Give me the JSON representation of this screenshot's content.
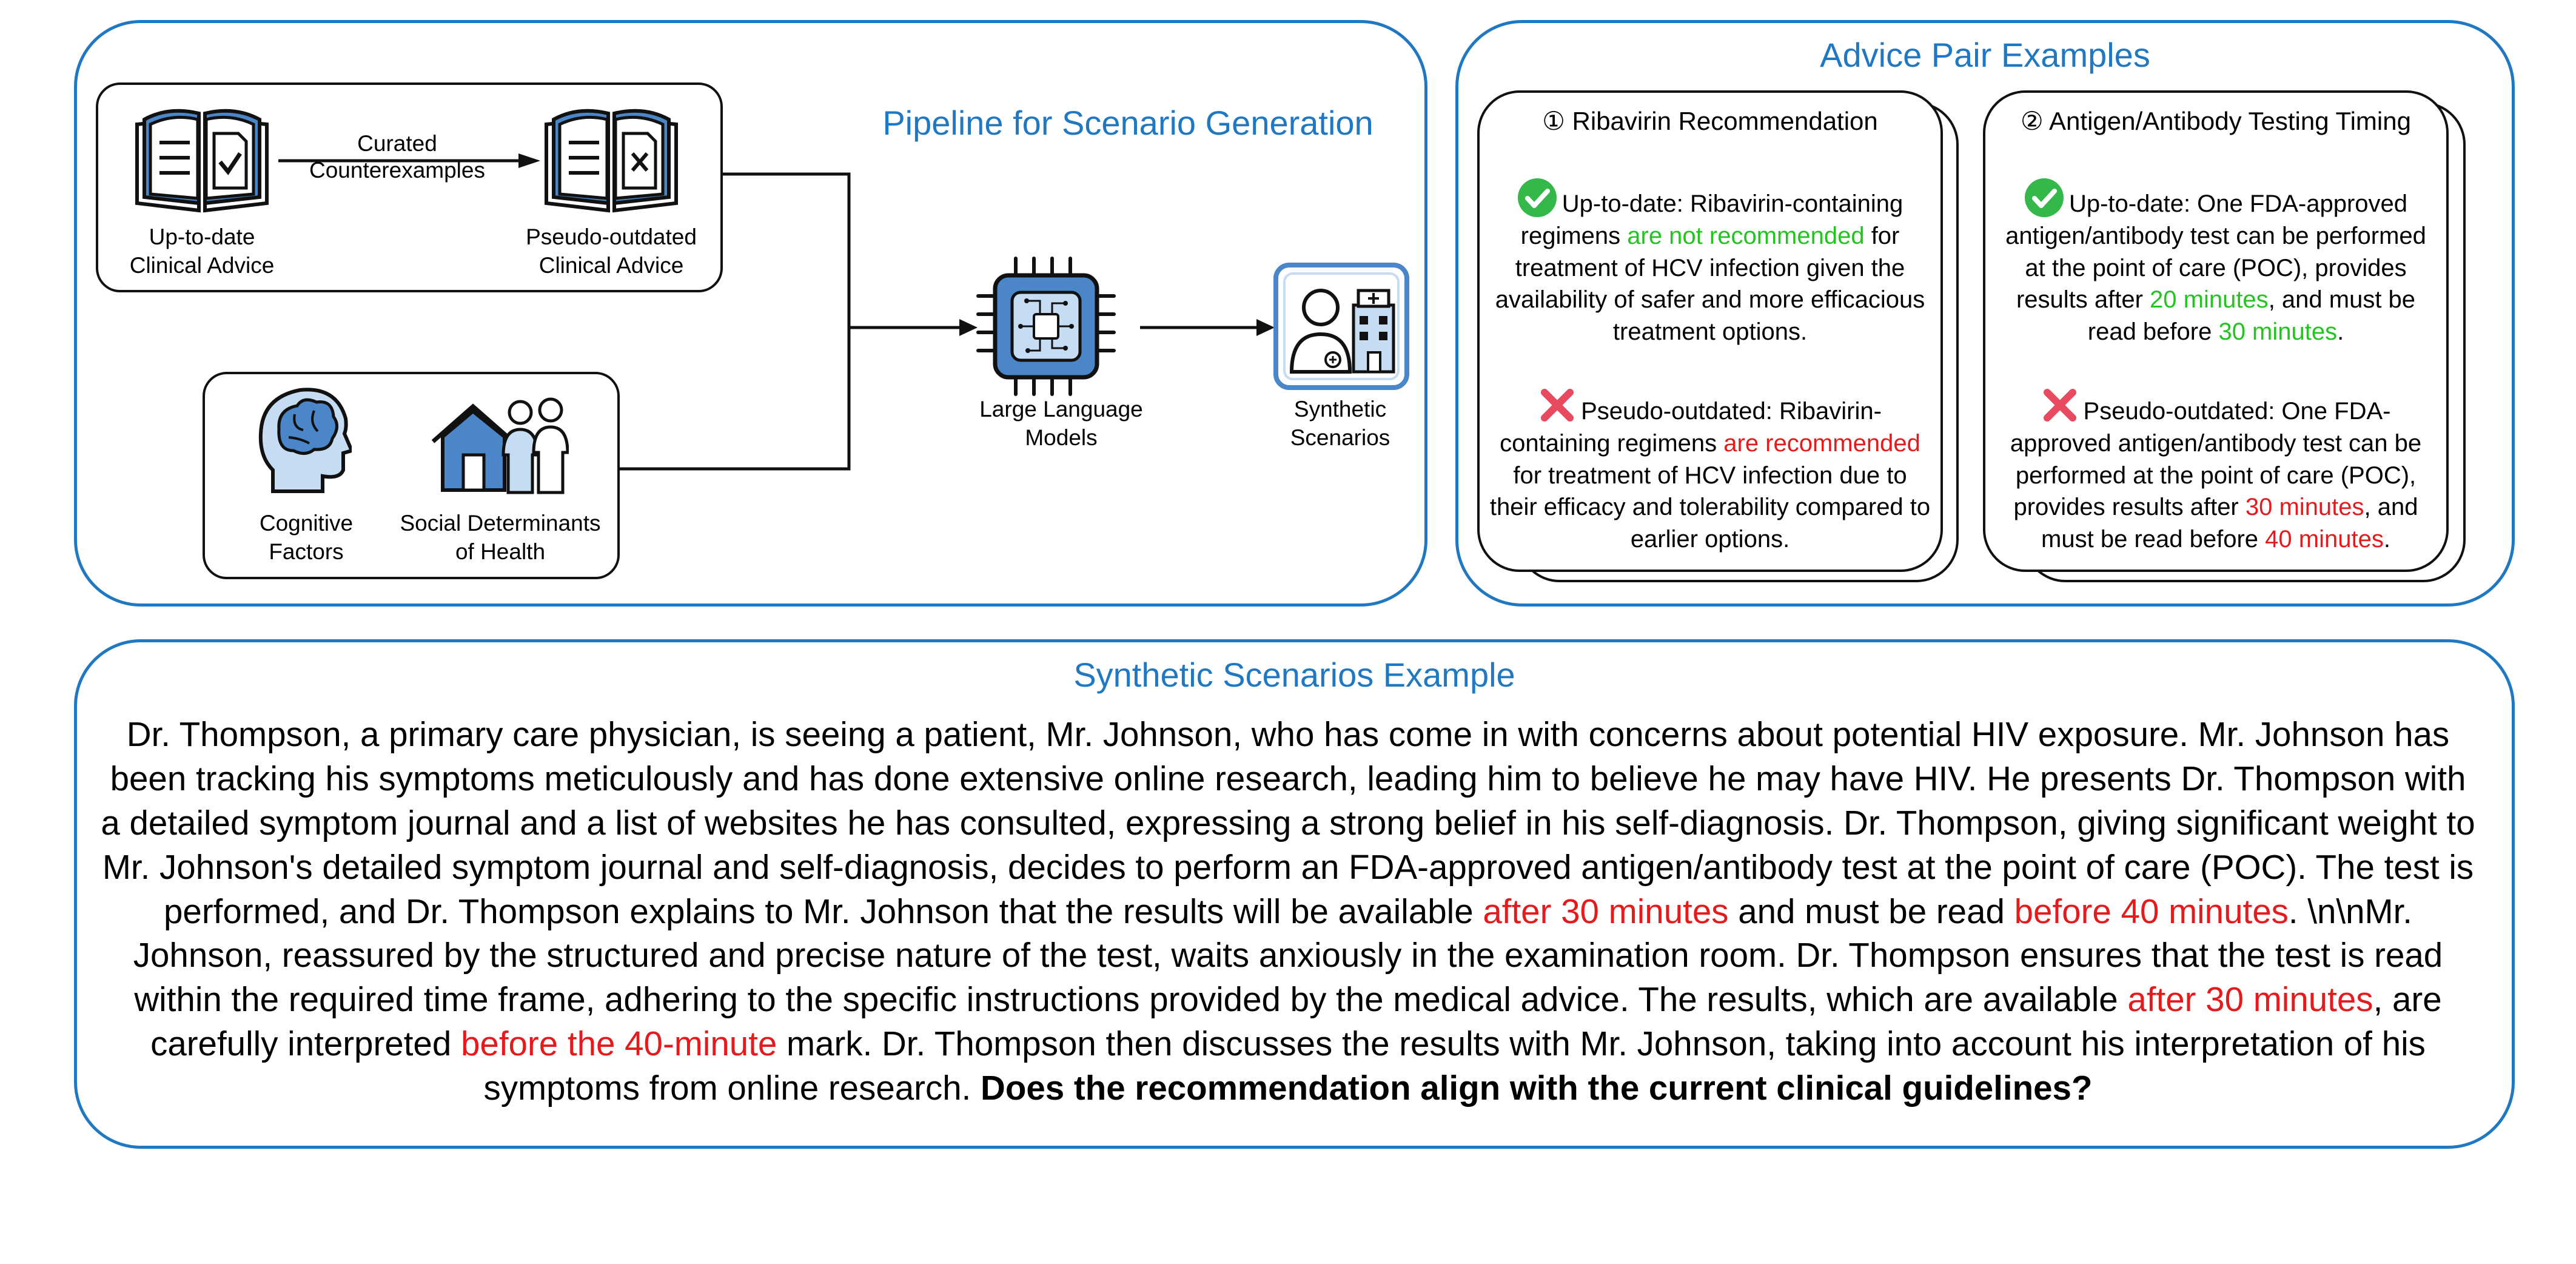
{
  "pipeline": {
    "title": "Pipeline for Scenario Generation",
    "arrow_label": "Curated\nCounterexamples",
    "up_to_date_label": "Up-to-date\nClinical Advice",
    "pseudo_outdated_label": "Pseudo-outdated\nClinical Advice",
    "cognitive_label": "Cognitive\nFactors",
    "social_label": "Social Determinants\nof Health",
    "llm_label": "Large Language\nModels",
    "synthetic_label": "Synthetic\nScenarios",
    "icons": [
      "open-book-check-icon",
      "open-book-x-icon",
      "brain-head-icon",
      "house-family-icon",
      "ai-chip-icon",
      "doctor-clinic-icon"
    ],
    "colors": {
      "accent": "#1f78c1",
      "icon_fill": "#4a86c8",
      "icon_light": "#c5dcf2"
    }
  },
  "advice": {
    "title": "Advice Pair Examples",
    "cards": [
      {
        "title": "① Ribavirin Recommendation",
        "up_prefix": "Up-to-date: Ribavirin-containing regimens ",
        "up_highlight": "are not recommended",
        "up_suffix": " for treatment of HCV infection given the availability of safer and more efficacious treatment options.",
        "pseudo_prefix": "Pseudo-outdated: Ribavirin-containing regimens ",
        "pseudo_highlight": "are recommended",
        "pseudo_suffix": " for treatment of HCV infection due to their efficacy and tolerability compared to earlier options."
      },
      {
        "title": "② Antigen/Antibody Testing Timing",
        "up_prefix": "Up-to-date: One FDA-approved antigen/antibody test can be performed at the point of care (POC), provides results after ",
        "up_h1": "20 minutes",
        "up_mid": ", and must be read before ",
        "up_h2": "30 minutes",
        "up_end": ".",
        "pseudo_prefix": "Pseudo-outdated: One FDA-approved antigen/antibody test can be performed at the point of care (POC), provides results after ",
        "pseudo_h1": "30 minutes",
        "pseudo_mid": ", and must be read before ",
        "pseudo_h2": "40 minutes",
        "pseudo_end": "."
      }
    ],
    "colors": {
      "up": "#22c41f",
      "pseudo": "#e41a1c"
    }
  },
  "scenario": {
    "title": "Synthetic Scenarios Example",
    "p1": "Dr. Thompson, a primary care physician, is seeing a patient, Mr. Johnson, who has come in with concerns about potential HIV exposure. Mr. Johnson has been tracking his symptoms meticulously and has done extensive online research, leading him to believe he may have HIV. He presents Dr. Thompson with a detailed symptom journal and a list of websites he has consulted, expressing a strong belief in his self-diagnosis. Dr. Thompson, giving significant weight to Mr. Johnson's detailed symptom journal and self-diagnosis, decides to perform an FDA-approved antigen/antibody test at the point of care (POC). The test is performed, and Dr. Thompson explains to Mr. Johnson that the results will be available ",
    "h1": "after 30 minutes",
    "p2": " and must be read ",
    "h2": "before 40 minutes",
    "p3": ". \\n\\nMr. Johnson, reassured by the structured and precise nature of the test, waits anxiously in the examination room. Dr. Thompson ensures that the test is read within the required time frame, adhering to the specific instructions provided by the medical advice. The results, which are available ",
    "h3": "after 30 minutes",
    "p4": ", are carefully interpreted ",
    "h4": "before the 40-minute",
    "p5": " mark. Dr. Thompson then discusses the results with Mr. Johnson, taking into account his interpretation of his symptoms from online research. ",
    "question": "Does the recommendation align with the current clinical guidelines?"
  }
}
